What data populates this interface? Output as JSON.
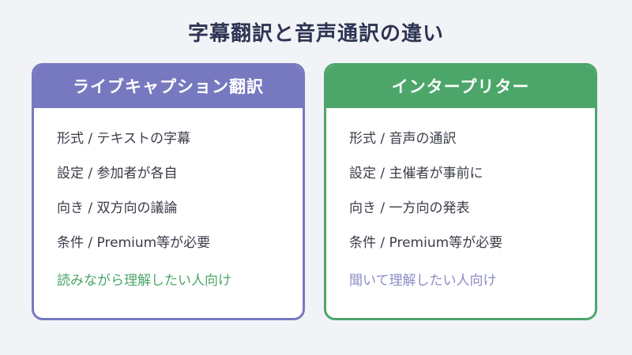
{
  "title": "字幕翻訳と音声通訳の違い",
  "colors": {
    "background": "#f2f3f7",
    "left_accent": "#7779c0",
    "right_accent": "#4ca66a",
    "left_note": "#4ca66a",
    "right_note": "#8b8cc4",
    "text": "#3a3d48",
    "title": "#2e3553"
  },
  "cards": [
    {
      "header": "ライブキャプション翻訳",
      "items": [
        "形式 / テキストの字幕",
        "設定 / 参加者が各自",
        "向き / 双方向の議論",
        "条件 / Premium等が必要"
      ],
      "note": "読みながら理解したい人向け"
    },
    {
      "header": "インタープリター",
      "items": [
        "形式 / 音声の通訳",
        "設定 / 主催者が事前に",
        "向き / 一方向の発表",
        "条件 / Premium等が必要"
      ],
      "note": "聞いて理解したい人向け"
    }
  ]
}
